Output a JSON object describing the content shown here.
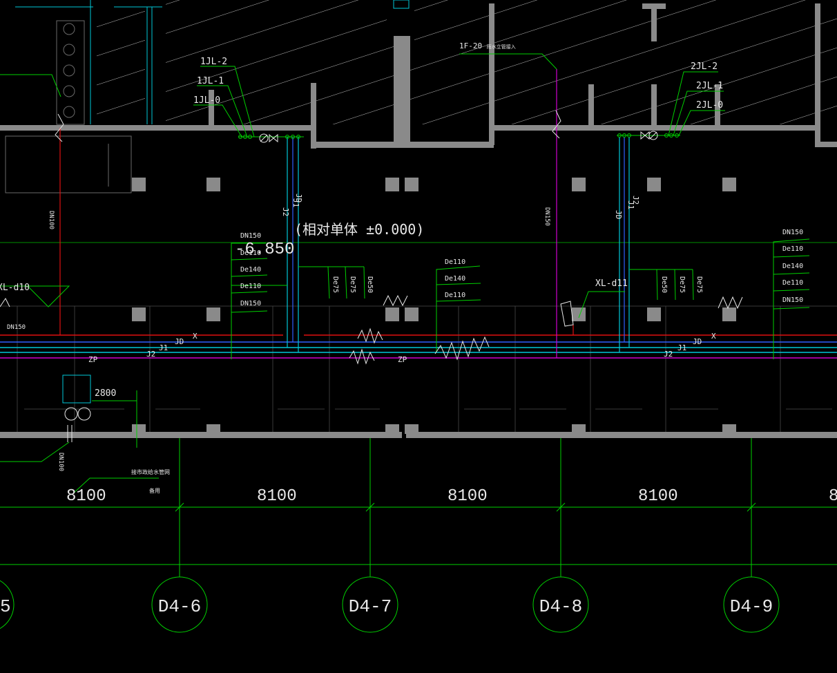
{
  "drawing": {
    "elevation": {
      "value": "-6.850",
      "note": "(相对单体 ±0.000)"
    },
    "left_edge_labels": [
      "XL-d10",
      "DN150",
      "DN100"
    ],
    "left_group": {
      "risers": [
        "1JL-2",
        "1JL-1",
        "1JL-0"
      ],
      "vertical_pipes": [
        "J2",
        "J1",
        "JD"
      ],
      "pipe_sizes": [
        "DN150",
        "De110",
        "De140",
        "De110",
        "DN150"
      ],
      "branch_sizes": [
        "De75",
        "De75",
        "De50"
      ]
    },
    "middle_group": {
      "pipe_sizes": [
        "De110",
        "De140",
        "De110"
      ],
      "riser_label": "1F-20",
      "riser_label_suffix": "雨水立管接入",
      "riser_pipe": "DN150"
    },
    "right_group": {
      "risers": [
        "2JL-2",
        "2JL-1",
        "2JL-0"
      ],
      "vertical_pipes": [
        "JD",
        "J1",
        "J2"
      ],
      "pipe_label": "XL-d11",
      "branch_sizes": [
        "De50",
        "De75",
        "De75"
      ],
      "pipe_sizes": [
        "DN150",
        "De110",
        "De140",
        "De110",
        "DN150"
      ]
    },
    "pipe_lines": {
      "x": "X",
      "zp": "ZP",
      "jd": "JD",
      "j1": "J1",
      "j2": "J2"
    },
    "pump_label": "2800",
    "bottom_notes": [
      "接市政给水管网",
      "备用"
    ],
    "dimensions": [
      "8100",
      "8100",
      "8100",
      "8100",
      "8"
    ],
    "grid_axes": [
      "5",
      "D4-6",
      "D4-7",
      "D4-8",
      "D4-9"
    ],
    "colors": {
      "background": "#000000",
      "wall": "#808080",
      "green": "#00d000",
      "cyan": "#00c8d8",
      "red": "#e01010",
      "magenta": "#d000d0",
      "blue": "#3060ff",
      "white": "#e8e8e8"
    }
  }
}
